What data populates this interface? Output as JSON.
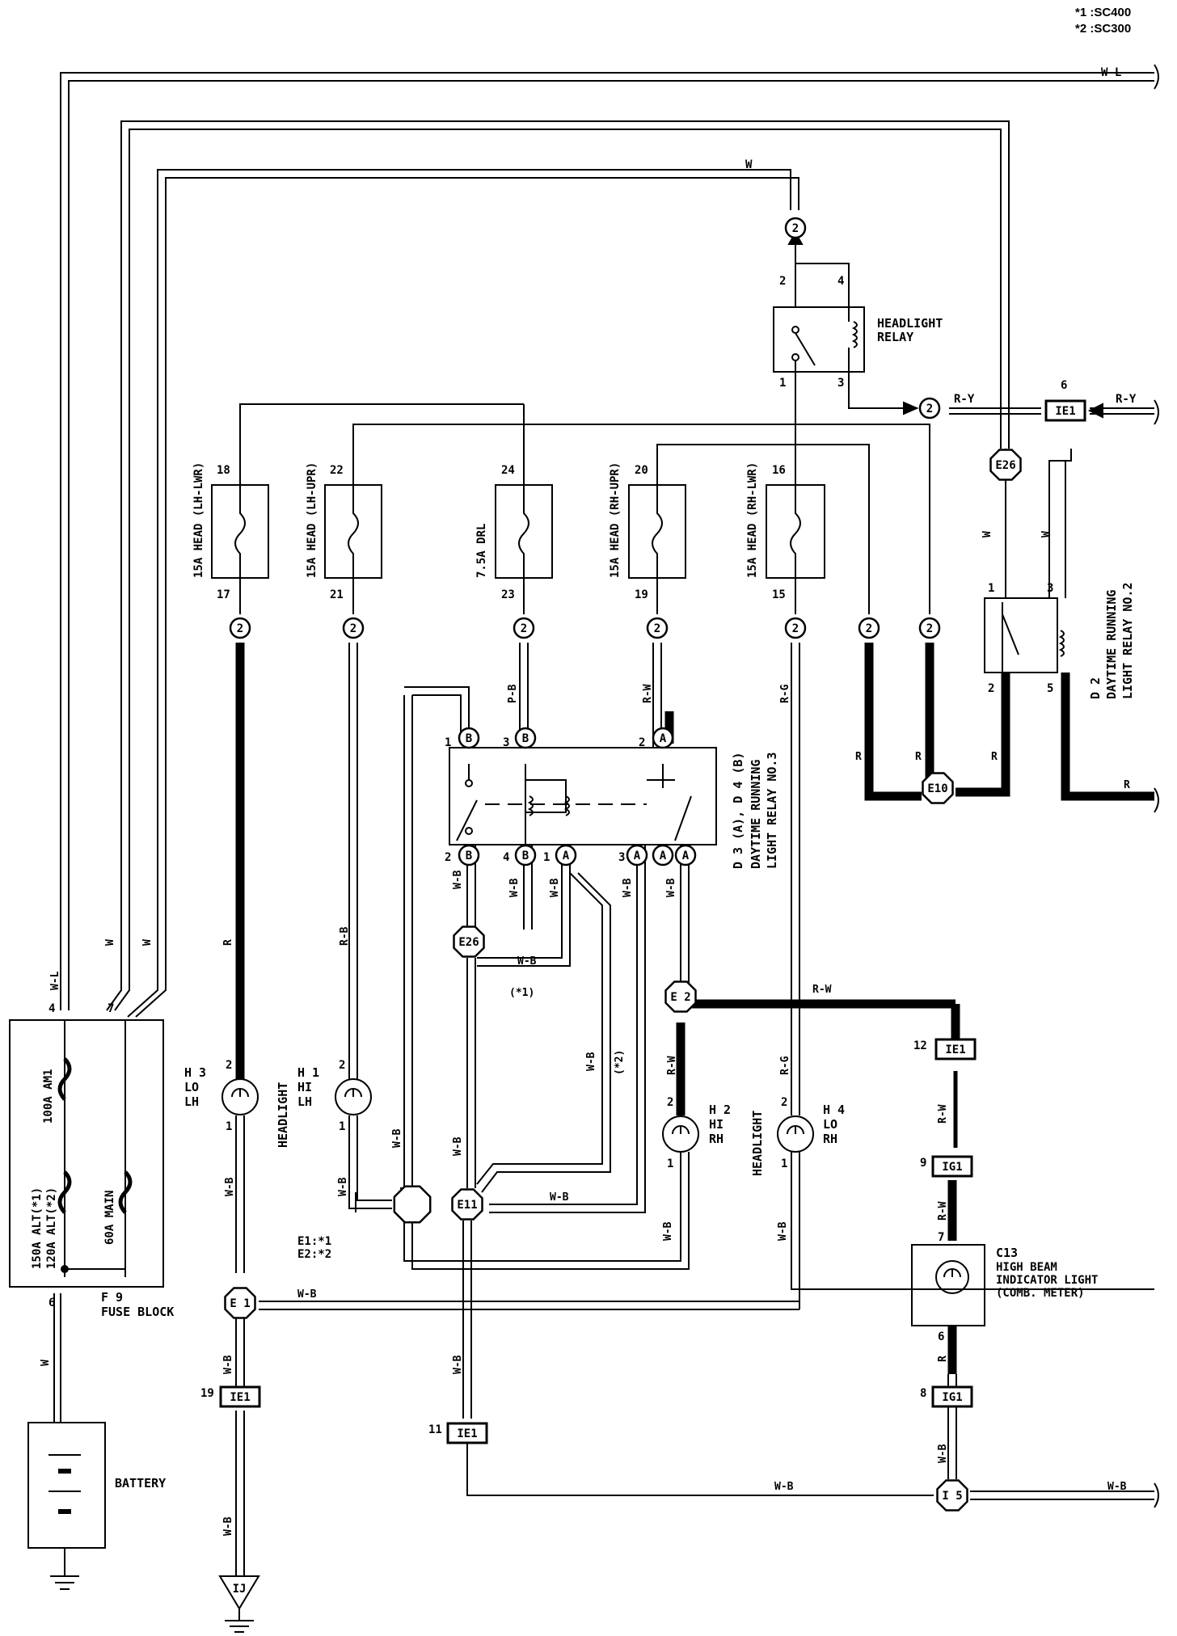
{
  "legend": [
    "*1 :SC400",
    "*2 :SC300"
  ],
  "fuse_block": {
    "id": "F 9",
    "name": "FUSE BLOCK",
    "fuse_alt": "150A ALT(*1) / 120A ALT(*2)",
    "fuse_am1": "100A AM1",
    "fuse_main": "60A MAIN",
    "pins": [
      "4",
      "7",
      "6"
    ]
  },
  "battery": "BATTERY",
  "headlight_relay": {
    "name": "HEADLIGHT RELAY",
    "pins": [
      "2",
      "4",
      "1",
      "3"
    ]
  },
  "fuses": [
    {
      "label": "15A HEAD (LH-LWR)",
      "top": "18",
      "bottom": "17"
    },
    {
      "label": "15A HEAD (LH-UPR)",
      "top": "22",
      "bottom": "21"
    },
    {
      "label": "7.5A DRL",
      "top": "24",
      "bottom": "23"
    },
    {
      "label": "15A HEAD (RH-UPR)",
      "top": "20",
      "bottom": "19"
    },
    {
      "label": "15A HEAD (RH-LWR)",
      "top": "16",
      "bottom": "15"
    }
  ],
  "drl_relay_3": {
    "id": "D 3 (A), D 4 (B)",
    "name": "DAYTIME RUNNING LIGHT RELAY NO.3"
  },
  "drl_relay_2": {
    "id": "D 2",
    "name": "DAYTIME RUNNING LIGHT RELAY NO.2"
  },
  "headlights": [
    {
      "id": "H 3",
      "name": "LO LH"
    },
    {
      "id": "H 1",
      "name": "HI LH"
    },
    {
      "id": "H 2",
      "name": "HI RH"
    },
    {
      "id": "H 4",
      "name": "LO RH"
    }
  ],
  "headlight_caption": "HEADLIGHT",
  "indicator": {
    "id": "C13",
    "name": "HIGH BEAM INDICATOR LIGHT (COMB. METER)"
  },
  "connectors": {
    "ie1": "IE1",
    "ig1": "IG1",
    "e26": "E26",
    "e10": "E10",
    "e2": "E 2",
    "e11": "E11",
    "e1": "E 1",
    "i5": "I 5",
    "ij": "IJ",
    "ground_note": "E1:*1 E2:*2"
  },
  "wire_colors": {
    "wl": "W-L",
    "w": "W",
    "ry": "R-Y",
    "r": "R",
    "rw": "R-W",
    "rb": "R-B",
    "pb": "P-B",
    "rg": "R-G",
    "wb": "W-B"
  },
  "notes": {
    "star1": "(*1)",
    "star2": "(*2)"
  }
}
